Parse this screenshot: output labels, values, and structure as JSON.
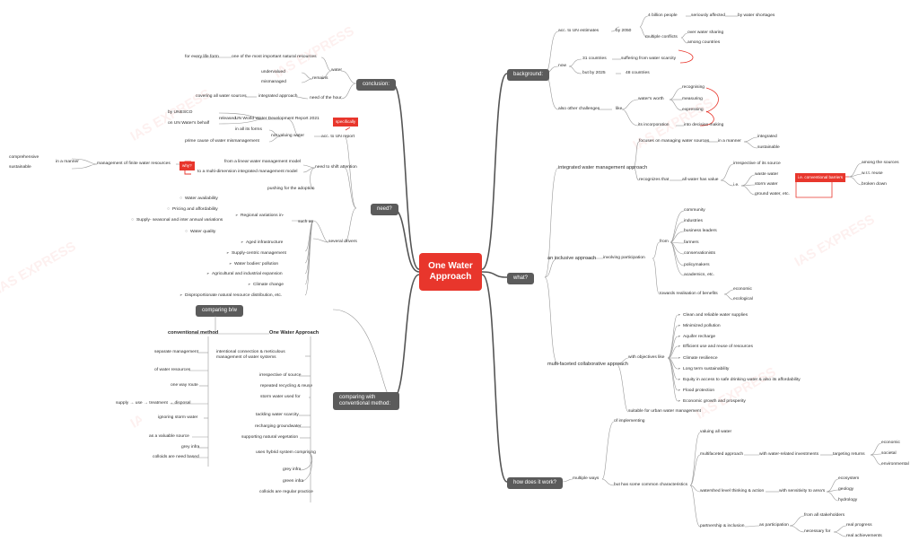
{
  "watermark": "IAS EXPRESS",
  "center": "One Water Approach",
  "hubs": {
    "background": "background:",
    "what": "what?",
    "how": "how does it work?",
    "conclusion": "conclusion:",
    "need": "need?",
    "compare": "comparing with conventional method:"
  },
  "comparing_bw": "comparing b/w",
  "bg": {
    "un_est": "acc. to UN estimates",
    "by2050": "by 2050",
    "billion": "4 billion people",
    "seriously": "seriously affected",
    "shortages": "by water shortages",
    "conflicts": "multiple conflicts",
    "sharing": "over water sharing",
    "among_countries": "among countries",
    "now": "now",
    "c31": "31 countries",
    "scarcity": "suffering from water scarcity",
    "by2025": "but by 2025",
    "c48": "48 countries",
    "also_other": "also other challenges",
    "like": "like",
    "worth": "water's worth",
    "recognising": "recognising",
    "measuring": "measuring",
    "expressing": "expressing",
    "incorporation": "its incorporation",
    "decision": "into decision making"
  },
  "what": {
    "iwm": "integrated water management approach",
    "focuses": "focuses on managing water sources",
    "manner": "in a manner",
    "integrated": "integrated",
    "sustainable": "sustainable",
    "recognizes": "recognizes that",
    "all_value": "all water has value",
    "irrespective_src": "irrespective of its source",
    "i_e": "i.e.",
    "waste": "waste water",
    "storm": "storm water",
    "ground": "ground water, etc.",
    "barriers": "i.e. conventional barriers",
    "among_sources": "among the sources",
    "wrt": "w.r.t. reuse",
    "broken": "broken down",
    "inclusive": "an inclusive approach",
    "involving": "involving participation",
    "from": "from",
    "community": "community",
    "industries": "industries",
    "business": "business leaders",
    "farmers": "farmers",
    "conservationists": "conservationists",
    "policymakers": "policymakers",
    "academics": "academics, etc.",
    "towards": "towards realisation of benefits",
    "economic": "economic",
    "ecological": "ecological",
    "multi": "multi-faceted collaborative approach",
    "objectives": "with objectives like",
    "obj": [
      "Clean and reliable water supplies",
      "Minimized pollution",
      "Aquifer recharge",
      "Efficient use and reuse of resources",
      "Climate resilience",
      "Long term sustainability",
      "Equity in access to safe drinking water & also its affordability",
      "Flood protection",
      "Economic growth and prosperity"
    ],
    "urban": "suitable for urban water management"
  },
  "how": {
    "multiple_ways": "multiple ways",
    "implementing": "of implementing",
    "common": "but has some common characteristics",
    "valuing": "valuing all water",
    "multifaceted": "multifaceted approach",
    "investments": "with water-related investments",
    "returns": "targeting returns",
    "economic": "economic",
    "societal": "societal",
    "environmental": "environmental",
    "watershed": "watershed level thinking & action",
    "sensitivity": "with sensitivity to area's",
    "ecosystem": "ecosystem",
    "geology": "geology",
    "hydrology": "hydrology",
    "partnership": "partnership & inclusion",
    "as_participation": "as participation",
    "stakeholders": "from all stakeholders",
    "necessary": "necessary for",
    "progress": "real progress",
    "achievements": "real achievements"
  },
  "conc": {
    "for_every": "for every life form",
    "one_of": "one of the most important natural resources",
    "water": "water",
    "undervalued": "undervalued",
    "mismanaged": "mismanaged",
    "remains": "remains",
    "covering": "covering all water sources",
    "integrated": "integrated approach",
    "need_hour": "need of the hour"
  },
  "need": {
    "unesco": "by UNESCO",
    "behalf": "on UN Water's behalf",
    "released": "released",
    "report": "UN World Water Development Report 2021",
    "specifically": "specifically",
    "acc_un": "acc. to UN report",
    "all_forms": "in all its forms",
    "not_valuing": "not valuing water",
    "prime": "prime cause of water mismanagement",
    "comprehensive": "comprehensive",
    "sustainable": "sustainable",
    "in_manner": "in a manner",
    "finite": "management of finite water resources",
    "why": "why?",
    "linear": "from a linear water management model",
    "multidim": "to a multi-dimension integrated management model",
    "shift": "need to shift attention",
    "pushing": "pushing for the adoption",
    "availability": "Water availability",
    "pricing": "Pricing and affordability",
    "supply": "Supply- seasonal and inter annual variations",
    "quality": "Water quality",
    "regional": "Regional variations in-",
    "aged": "Aged infrastructure",
    "supply_centric": "Supply-centric management",
    "bodies": "Water bodies' pollution",
    "agri": "Agricultural and industrial expansion",
    "climate": "Climate change",
    "disproportionate": "Disproportionate natural resource distribution, etc.",
    "such_as": "such as",
    "drivers": "several drivers"
  },
  "comp": {
    "conv_title": "conventional method",
    "owa_title": "One Water Approach",
    "separate": "separate management",
    "of_water": "of water resources",
    "intentional": "intentional connection & meticulous management of water systems",
    "one_way": "one way route",
    "chain": "supply → use → treatment → disposal",
    "irrespective": "irrespective of source",
    "repeated": "repeated recycling & reuse",
    "storm_used": "storm water used for",
    "ignoring": "ignoring storm water",
    "waste_source": "as a valuable source",
    "tackling": "tackling water scarcity",
    "recharging": "recharging groundwater",
    "supporting": "supporting natural vegetation",
    "grey": "grey infra",
    "colloids": "colloids are need based",
    "hybrid": "uses hybrid system comprising",
    "grey2": "grey infra",
    "green": "green infra",
    "colloids2": "colloids are regular practice"
  }
}
